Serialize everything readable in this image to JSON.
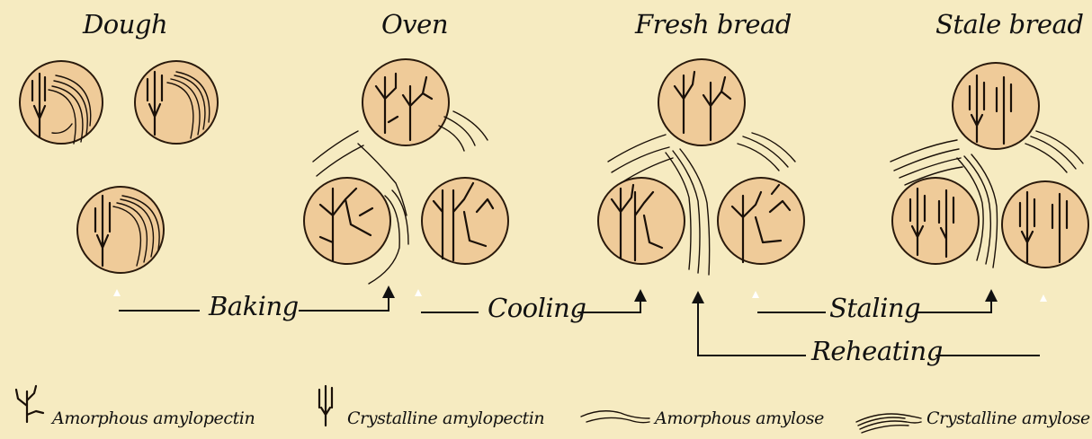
{
  "stages": {
    "dough": "Dough",
    "oven": "Oven",
    "fresh_bread": "Fresh bread",
    "stale_bread": "Stale bread"
  },
  "processes": {
    "baking": "Baking",
    "cooling": "Cooling",
    "staling": "Staling",
    "reheating": "Reheating"
  },
  "legend": {
    "amorphous_amylopectin": "Amorphous amylopectin",
    "crystalline_amylopectin": "Crystalline amylopectin",
    "amorphous_amylose": "Amorphous amylose",
    "crystalline_amylose": "Crystalline amylose"
  },
  "colors": {
    "background": "#f6ebc1",
    "granule_fill": "#efcb99",
    "ink": "#1a1008"
  }
}
